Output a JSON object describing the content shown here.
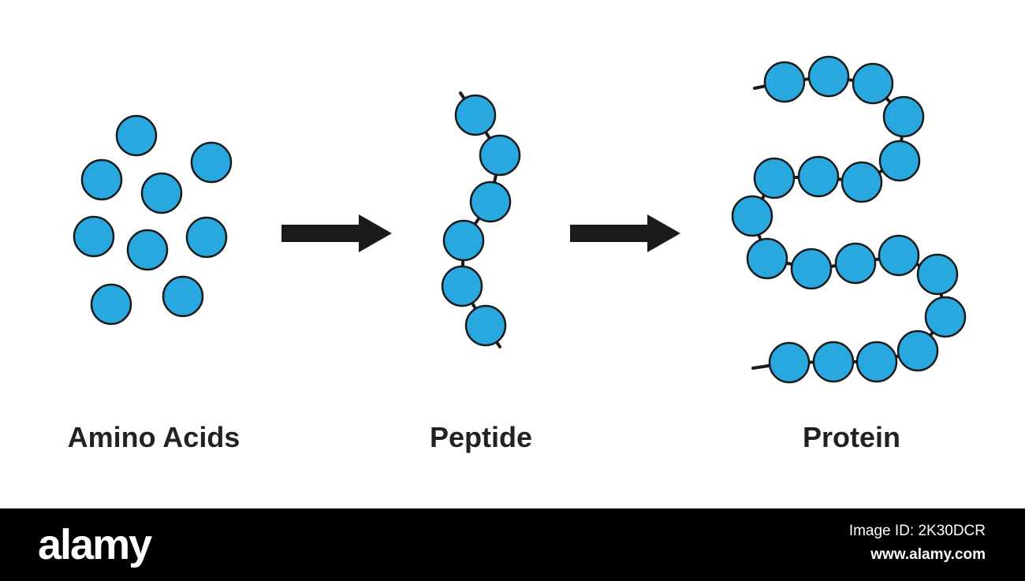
{
  "diagram": {
    "stages": [
      {
        "id": "amino-acids",
        "label": "Amino Acids"
      },
      {
        "id": "peptide",
        "label": "Peptide"
      },
      {
        "id": "protein",
        "label": "Protein"
      }
    ],
    "colors": {
      "bead_fill": "#29a8e0",
      "bead_stroke": "#1a1a1a",
      "arrow": "#1a1a1a",
      "text": "#222222"
    }
  },
  "footer": {
    "brand": "alamy",
    "image_id": "Image ID: 2K30DCR",
    "url": "www.alamy.com",
    "background": "#000000"
  }
}
